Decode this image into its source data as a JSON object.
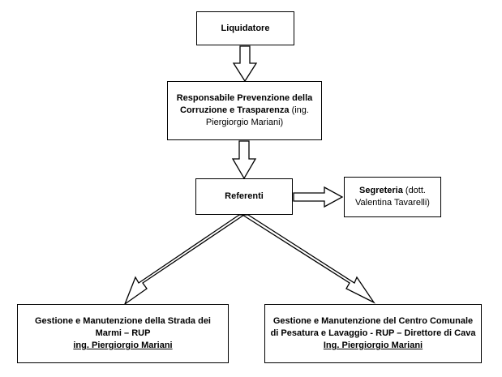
{
  "nodes": {
    "liquidatore": {
      "title": "Liquidatore"
    },
    "rpct": {
      "title_line1": "Responsabile Prevenzione della",
      "title_line2": "Corruzione e Trasparenza",
      "person_line2": " (ing.",
      "person_line3": "Piergiorgio Mariani)"
    },
    "referenti": {
      "title": "Referenti"
    },
    "segreteria": {
      "title": "Segreteria",
      "person_line1": " (dott.",
      "person_line2": "Valentina Tavarelli)"
    },
    "strada": {
      "line1": "Gestione e Manutenzione della Strada dei",
      "line2": "Marmi – RUP",
      "person": "ing. Piergiorgio Mariani"
    },
    "centro": {
      "line1": "Gestione e Manutenzione del Centro Comunale",
      "line2": "di Pesatura e Lavaggio - RUP – Direttore di Cava",
      "person": "Ing. Piergiorgio Mariani"
    }
  },
  "arrows": [
    {
      "from": "liquidatore",
      "to": "rpct"
    },
    {
      "from": "rpct",
      "to": "referenti"
    },
    {
      "from": "referenti",
      "to": "segreteria"
    },
    {
      "from": "referenti",
      "to": "strada"
    },
    {
      "from": "referenti",
      "to": "centro"
    }
  ],
  "colors": {
    "stroke": "#000000",
    "fill": "#ffffff"
  }
}
